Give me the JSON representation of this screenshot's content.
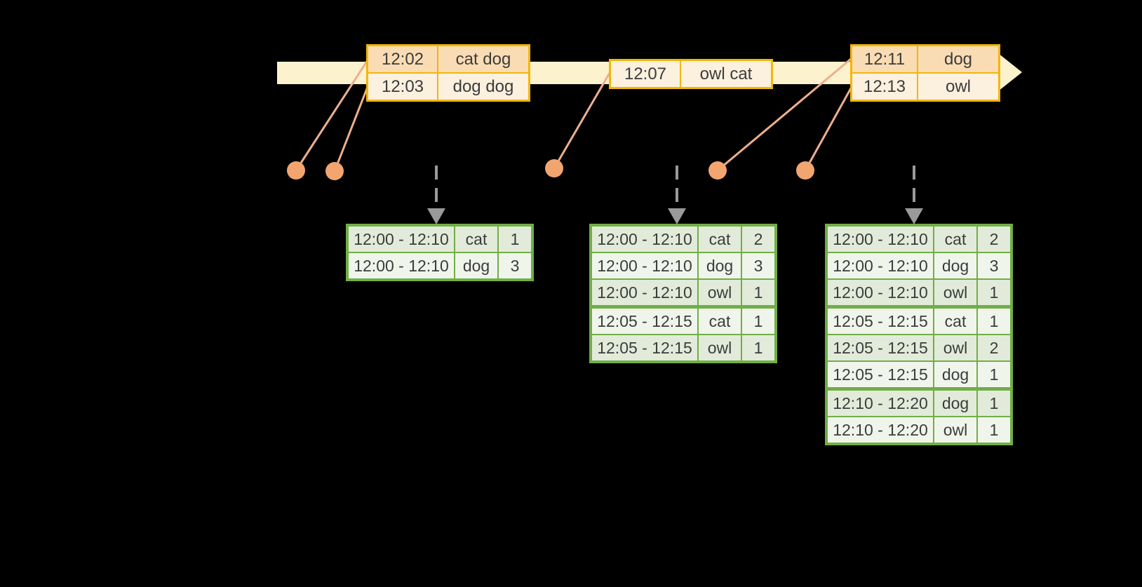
{
  "diagram": {
    "description": "streaming windowed word-count diagram on black background",
    "colors": {
      "background": "#000000",
      "timeline_fill": "#FCF2CE",
      "event_table_border": "#F2B606",
      "event_row_peach": "#FADCB4",
      "event_row_cream": "#FCF0DE",
      "result_table_border": "#71AE47",
      "result_row_dark": "#E2EBDA",
      "result_row_light": "#F0F5EC",
      "event_dot_fill": "#F3A56F",
      "connector_stroke": "#EDAF8E",
      "trigger_arrow_gray": "#9A9A9A",
      "table_text": "#3C3C3C"
    },
    "icons": {
      "timeline": "right-arrow-icon",
      "trigger": "dashed-down-arrow-icon",
      "event_marker": "dot-icon"
    }
  },
  "event_tables": [
    {
      "rows": [
        {
          "time": "12:02",
          "words": "cat dog"
        },
        {
          "time": "12:03",
          "words": "dog dog"
        }
      ]
    },
    {
      "rows": [
        {
          "time": "12:07",
          "words": "owl cat"
        }
      ]
    },
    {
      "rows": [
        {
          "time": "12:11",
          "words": "dog"
        },
        {
          "time": "12:13",
          "words": "owl"
        }
      ]
    }
  ],
  "result_tables": [
    {
      "rows": [
        {
          "window": "12:00 - 12:10",
          "word": "cat",
          "count": "1"
        },
        {
          "window": "12:00 - 12:10",
          "word": "dog",
          "count": "3"
        }
      ]
    },
    {
      "rows": [
        {
          "window": "12:00 - 12:10",
          "word": "cat",
          "count": "2"
        },
        {
          "window": "12:00 - 12:10",
          "word": "dog",
          "count": "3"
        },
        {
          "window": "12:00 - 12:10",
          "word": "owl",
          "count": "1"
        },
        {
          "window": "12:05 - 12:15",
          "word": "cat",
          "count": "1"
        },
        {
          "window": "12:05 - 12:15",
          "word": "owl",
          "count": "1"
        }
      ]
    },
    {
      "rows": [
        {
          "window": "12:00 - 12:10",
          "word": "cat",
          "count": "2"
        },
        {
          "window": "12:00 - 12:10",
          "word": "dog",
          "count": "3"
        },
        {
          "window": "12:00 - 12:10",
          "word": "owl",
          "count": "1"
        },
        {
          "window": "12:05 - 12:15",
          "word": "cat",
          "count": "1"
        },
        {
          "window": "12:05 - 12:15",
          "word": "owl",
          "count": "2"
        },
        {
          "window": "12:05 - 12:15",
          "word": "dog",
          "count": "1"
        },
        {
          "window": "12:10 - 12:20",
          "word": "dog",
          "count": "1"
        },
        {
          "window": "12:10 - 12:20",
          "word": "owl",
          "count": "1"
        }
      ]
    }
  ]
}
